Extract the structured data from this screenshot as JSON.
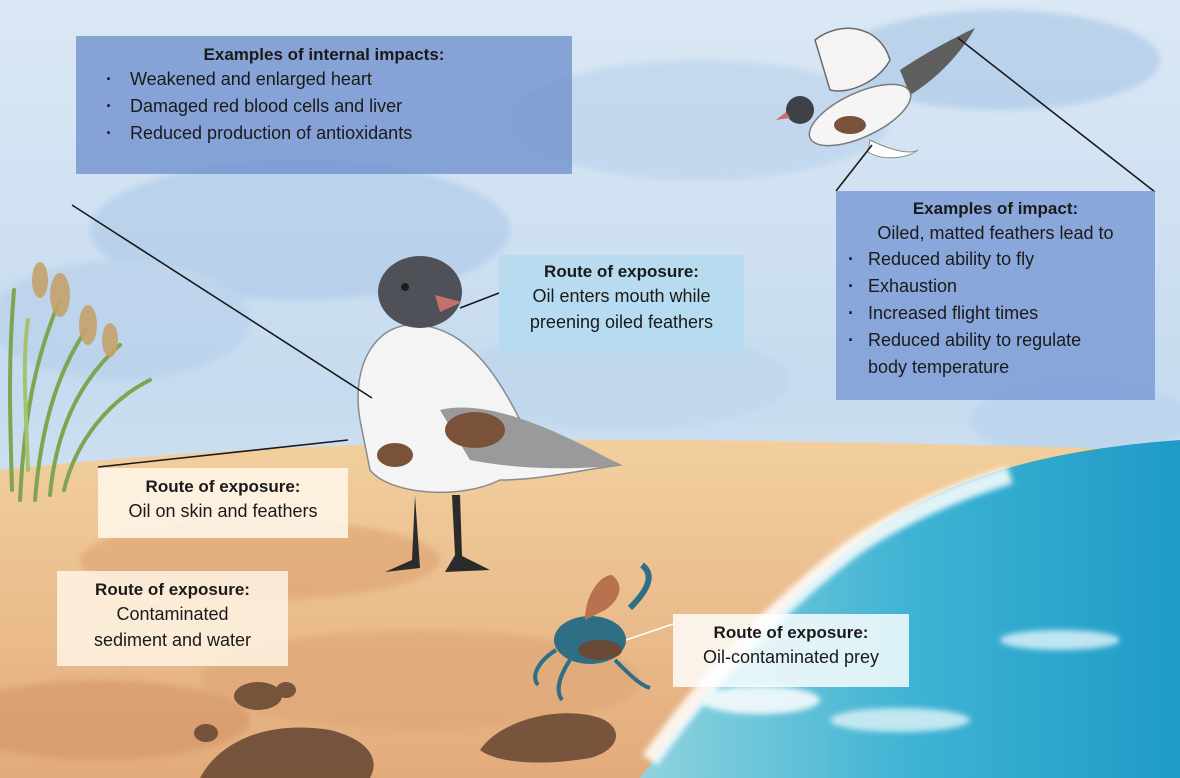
{
  "internal_impacts": {
    "title": "Examples of internal impacts:",
    "items": [
      "Weakened and enlarged heart",
      "Damaged red blood cells and liver",
      "Reduced production of antioxidants"
    ]
  },
  "flight_impact": {
    "title": "Examples of impact:",
    "intro": "Oiled, matted feathers lead to",
    "items": [
      "Reduced ability to fly",
      "Exhaustion",
      "Increased flight times",
      "Reduced ability to regulate"
    ],
    "continuation": "body temperature"
  },
  "exposure_mouth": {
    "title": "Route of exposure:",
    "lines": [
      "Oil enters mouth while",
      "preening oiled feathers"
    ]
  },
  "exposure_skin": {
    "title": "Route of exposure:",
    "lines": [
      "Oil on skin and feathers"
    ]
  },
  "exposure_sediment": {
    "title": "Route of exposure:",
    "lines": [
      "Contaminated",
      "sediment and water"
    ]
  },
  "exposure_prey": {
    "title": "Route of exposure:",
    "lines": [
      "Oil-contaminated prey"
    ]
  },
  "colors": {
    "sky": "#c9dcef",
    "sand": "#e9b98a",
    "sea": "#3fb3d3",
    "gull_head": "#5b5f66",
    "gull_body": "#f2f2f2",
    "oil": "#6b4a35",
    "beak": "#c5706a",
    "crab": "#2e6f86",
    "grass": "#8bb05a"
  }
}
